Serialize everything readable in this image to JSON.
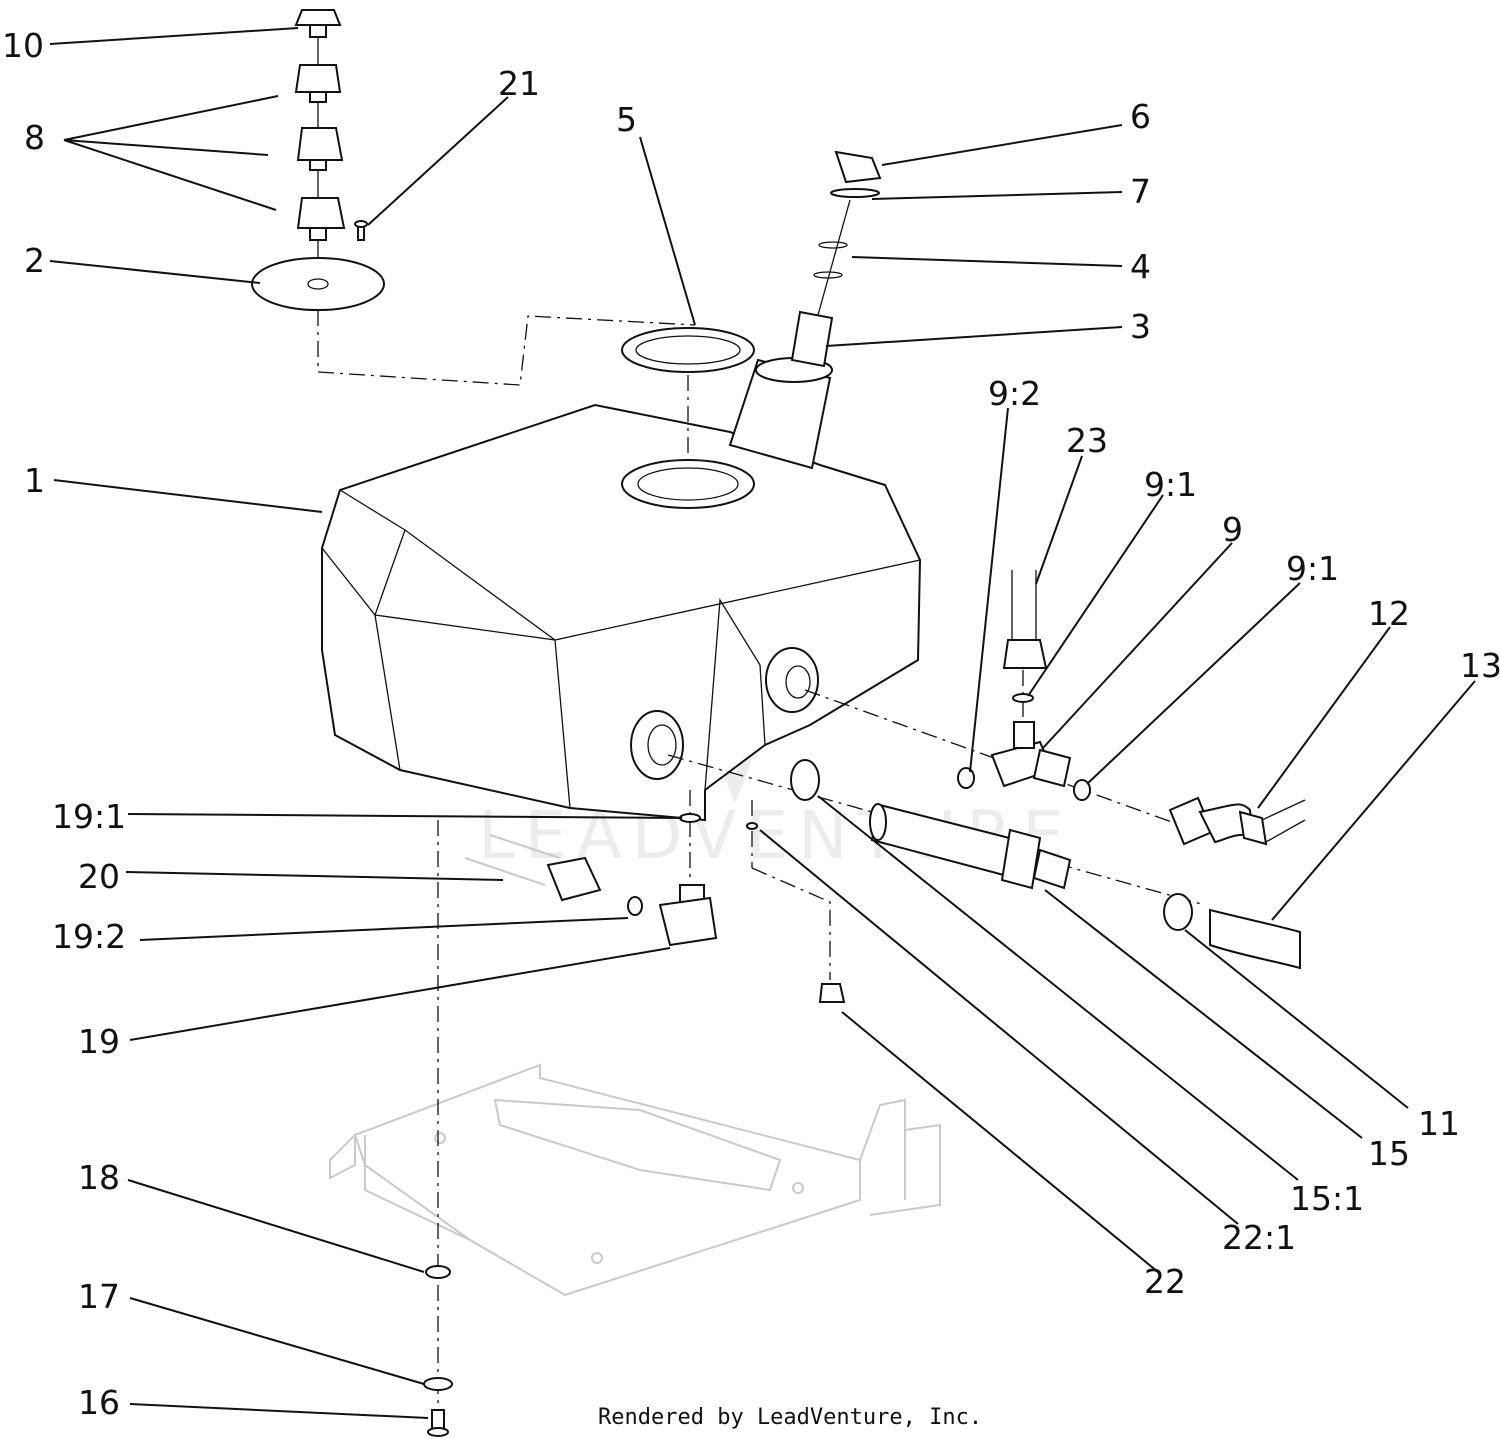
{
  "watermark": "LEADVENTURE",
  "credit": "Rendered by LeadVenture, Inc.",
  "callouts": [
    {
      "id": "10",
      "label": "10"
    },
    {
      "id": "8",
      "label": "8"
    },
    {
      "id": "21",
      "label": "21"
    },
    {
      "id": "2",
      "label": "2"
    },
    {
      "id": "5",
      "label": "5"
    },
    {
      "id": "6",
      "label": "6"
    },
    {
      "id": "7",
      "label": "7"
    },
    {
      "id": "4",
      "label": "4"
    },
    {
      "id": "3",
      "label": "3"
    },
    {
      "id": "1",
      "label": "1"
    },
    {
      "id": "9-2",
      "label": "9:2"
    },
    {
      "id": "23",
      "label": "23"
    },
    {
      "id": "9-1a",
      "label": "9:1"
    },
    {
      "id": "9",
      "label": "9"
    },
    {
      "id": "9-1b",
      "label": "9:1"
    },
    {
      "id": "12",
      "label": "12"
    },
    {
      "id": "13",
      "label": "13"
    },
    {
      "id": "19-1",
      "label": "19:1"
    },
    {
      "id": "20",
      "label": "20"
    },
    {
      "id": "19-2",
      "label": "19:2"
    },
    {
      "id": "19",
      "label": "19"
    },
    {
      "id": "18",
      "label": "18"
    },
    {
      "id": "17",
      "label": "17"
    },
    {
      "id": "16",
      "label": "16"
    },
    {
      "id": "11",
      "label": "11"
    },
    {
      "id": "15",
      "label": "15"
    },
    {
      "id": "15-1",
      "label": "15:1"
    },
    {
      "id": "22-1",
      "label": "22:1"
    },
    {
      "id": "22",
      "label": "22"
    }
  ]
}
